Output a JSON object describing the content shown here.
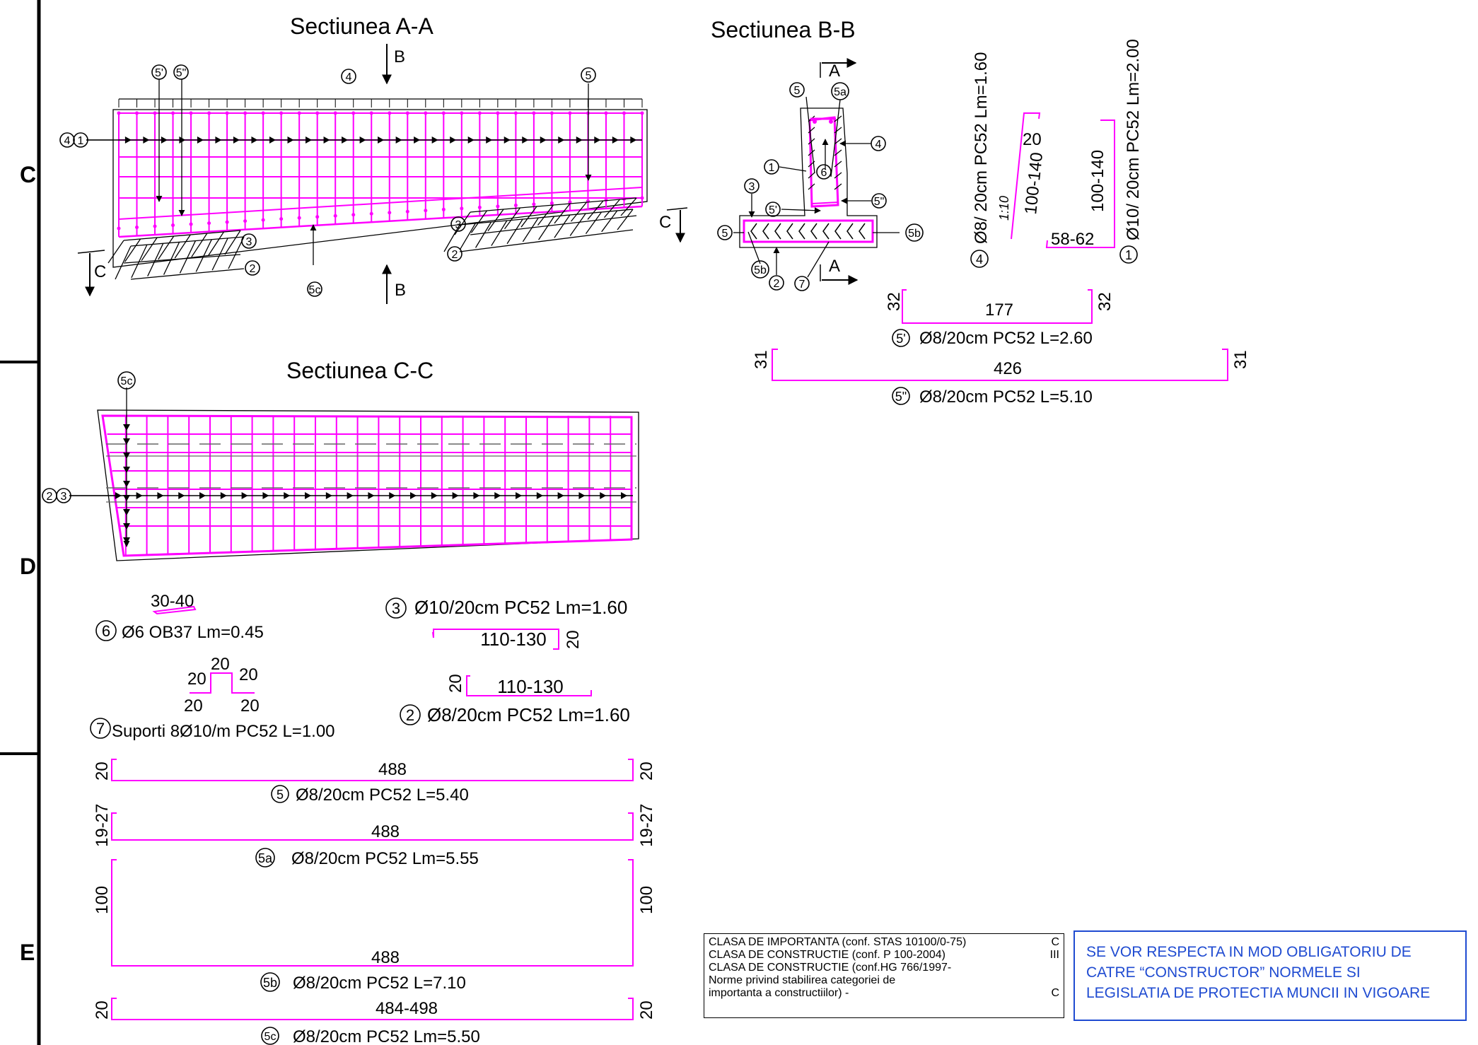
{
  "zones": [
    "C",
    "D",
    "E"
  ],
  "section_aa": {
    "title": "Sectiunea A-A",
    "cut_b_top": "B",
    "cut_b_bottom": "B",
    "cut_c_left": "C",
    "cut_c_right": "C",
    "markers": [
      "5'",
      "5\"",
      "4",
      "5",
      "4",
      "1",
      "3",
      "2",
      "3",
      "2",
      "5c"
    ]
  },
  "section_bb": {
    "title": "Sectiunea B-B",
    "cut_a_top": "A",
    "cut_a_bottom": "A",
    "markers": [
      "5",
      "5a",
      "4",
      "1",
      "6",
      "3",
      "5'",
      "5\"",
      "5",
      "5b",
      "5b",
      "2",
      "7"
    ]
  },
  "section_cc": {
    "title": "Sectiunea C-C",
    "markers": [
      "5c",
      "2",
      "3"
    ]
  },
  "bars": {
    "b4": {
      "marker": "4",
      "label": "Ø8/ 20cm PC52 Lm=1.60",
      "dim_ratio": "1:10",
      "dim_len": "100-140",
      "dim_hook": "20"
    },
    "b1": {
      "marker": "1",
      "label": "Ø10/ 20cm PC52 Lm=2.00",
      "dim_len": "100-140",
      "dim_foot": "58-62"
    },
    "b5p": {
      "marker": "5'",
      "label": "Ø8/20cm PC52 L=2.60",
      "dim_left": "32",
      "dim_mid": "177",
      "dim_right": "32"
    },
    "b5pp": {
      "marker": "5\"",
      "label": "Ø8/20cm PC52 L=5.10",
      "dim_left": "31",
      "dim_mid": "426",
      "dim_right": "31"
    },
    "b6": {
      "marker": "6",
      "label": "Ø6 OB37 Lm=0.45",
      "dim": "30-40"
    },
    "b7": {
      "marker": "7",
      "label": "Suporti 8Ø10/m PC52 L=1.00",
      "d_top": "20",
      "d_left": "20",
      "d_right": "20",
      "d_bl": "20",
      "d_br": "20"
    },
    "b3": {
      "marker": "3",
      "label": "Ø10/20cm PC52 Lm=1.60",
      "dim_len": "110-130",
      "dim_hook": "20"
    },
    "b2": {
      "marker": "2",
      "label": "Ø8/20cm PC52 Lm=1.60",
      "dim_len": "110-130",
      "dim_hook": "20"
    },
    "b5": {
      "marker": "5",
      "label": "Ø8/20cm PC52 L=5.40",
      "dim_left": "20",
      "dim_mid": "488",
      "dim_right": "20"
    },
    "b5a": {
      "marker": "5a",
      "label": "Ø8/20cm PC52 Lm=5.55",
      "dim_left": "19-27",
      "dim_mid": "488",
      "dim_right": "19-27"
    },
    "b5b": {
      "marker": "5b",
      "label": "Ø8/20cm PC52 L=7.10",
      "dim_left": "100",
      "dim_mid": "488",
      "dim_right": "100"
    },
    "b5c": {
      "marker": "5c",
      "label": "Ø8/20cm PC52 Lm=5.50",
      "dim_left": "20",
      "dim_mid": "484-498",
      "dim_right": "20"
    }
  },
  "classification": {
    "rows": [
      {
        "text": "CLASA DE IMPORTANTA  (conf. STAS 10100/0-75)",
        "value": "C"
      },
      {
        "text": "CLASA DE CONSTRUCTIE (conf. P 100-2004)",
        "value": "III"
      },
      {
        "text": "CLASA DE CONSTRUCTIE (conf.HG 766/1997-",
        "value": ""
      },
      {
        "text": "Norme privind stabilirea categoriei de",
        "value": ""
      },
      {
        "text": "importanta a constructiilor) -",
        "value": "C"
      }
    ]
  },
  "note": {
    "lines": [
      "SE VOR RESPECTA IN MOD OBLIGATORIU DE",
      "CATRE “CONSTRUCTOR” NORMELE SI",
      "LEGISLATIA DE PROTECTIA MUNCII IN VIGOARE"
    ]
  },
  "colors": {
    "rebar": "#ff00ff",
    "line": "#000000",
    "note": "#1f4bd1"
  }
}
